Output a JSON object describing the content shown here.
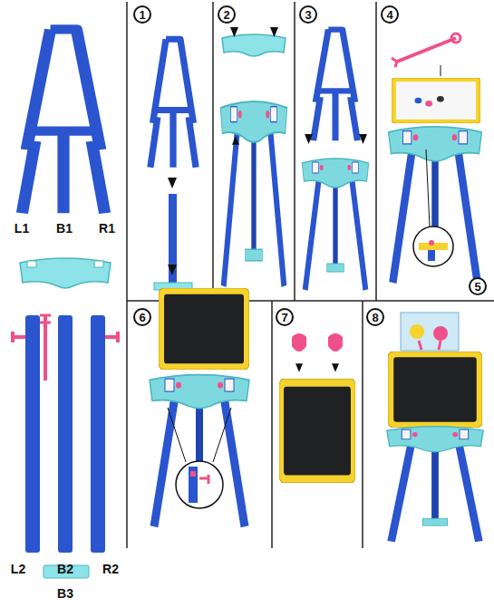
{
  "diagram": {
    "labels": [
      "L1",
      "B1",
      "R1",
      "L2",
      "B2",
      "R2",
      "B3",
      "1",
      "2",
      "3",
      "4",
      "5",
      "6",
      "7",
      "8"
    ]
  }
}
